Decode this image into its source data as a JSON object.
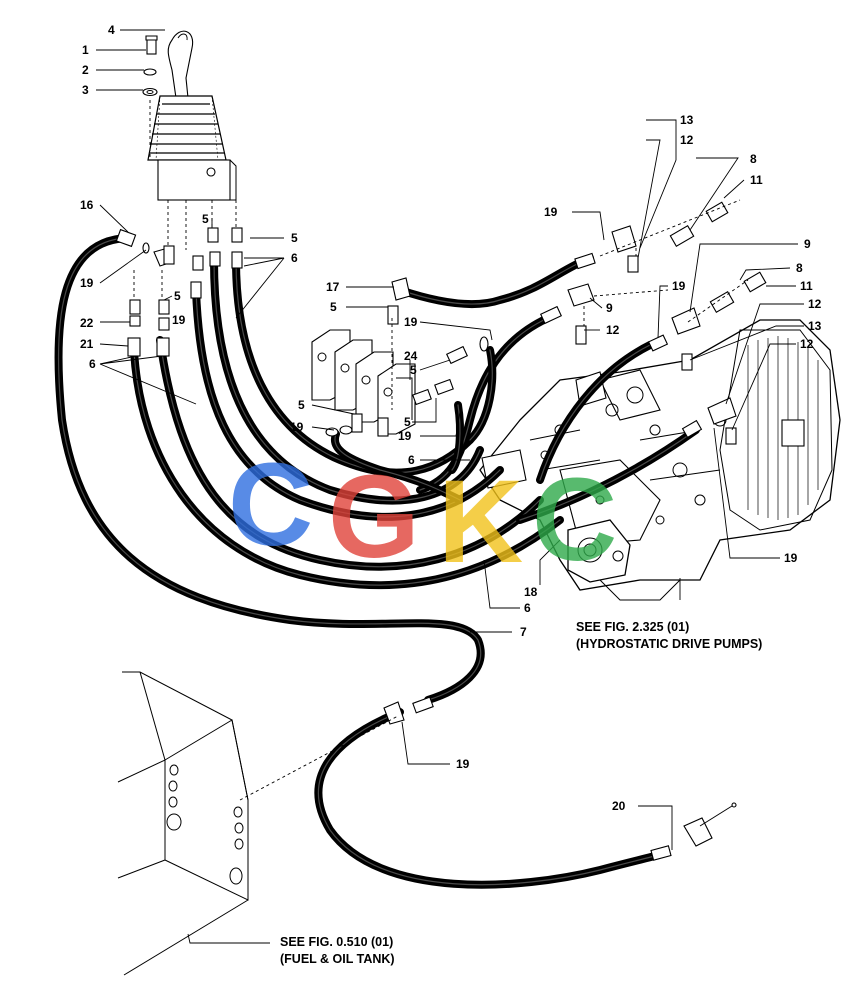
{
  "callouts": [
    {
      "id": "c-4a",
      "text": "4"
    },
    {
      "id": "c-1",
      "text": "1"
    },
    {
      "id": "c-2",
      "text": "2"
    },
    {
      "id": "c-3",
      "text": "3"
    },
    {
      "id": "c-16",
      "text": "16"
    },
    {
      "id": "c-19a",
      "text": "19"
    },
    {
      "id": "c-5a",
      "text": "5"
    },
    {
      "id": "c-5b",
      "text": "5"
    },
    {
      "id": "c-6a",
      "text": "6"
    },
    {
      "id": "c-5c",
      "text": "5"
    },
    {
      "id": "c-22",
      "text": "22"
    },
    {
      "id": "c-19b",
      "text": "19"
    },
    {
      "id": "c-21",
      "text": "21"
    },
    {
      "id": "c-6b",
      "text": "6"
    },
    {
      "id": "c-17",
      "text": "17"
    },
    {
      "id": "c-5d",
      "text": "5"
    },
    {
      "id": "c-19c",
      "text": "19"
    },
    {
      "id": "c-5e",
      "text": "5"
    },
    {
      "id": "c-24",
      "text": "24"
    },
    {
      "id": "c-5f",
      "text": "5"
    },
    {
      "id": "c-5g",
      "text": "5"
    },
    {
      "id": "c-19d",
      "text": "19"
    },
    {
      "id": "c-19e",
      "text": "19"
    },
    {
      "id": "c-6c",
      "text": "6"
    },
    {
      "id": "c-13a",
      "text": "13"
    },
    {
      "id": "c-12a",
      "text": "12"
    },
    {
      "id": "c-19f",
      "text": "19"
    },
    {
      "id": "c-8a",
      "text": "8"
    },
    {
      "id": "c-11a",
      "text": "11"
    },
    {
      "id": "c-9a",
      "text": "9"
    },
    {
      "id": "c-19g",
      "text": "19"
    },
    {
      "id": "c-9b",
      "text": "9"
    },
    {
      "id": "c-12b",
      "text": "12"
    },
    {
      "id": "c-8b",
      "text": "8"
    },
    {
      "id": "c-11b",
      "text": "11"
    },
    {
      "id": "c-12c",
      "text": "12"
    },
    {
      "id": "c-13b",
      "text": "13"
    },
    {
      "id": "c-12d",
      "text": "12"
    },
    {
      "id": "c-19h",
      "text": "19"
    },
    {
      "id": "c-18",
      "text": "18"
    },
    {
      "id": "c-6d",
      "text": "6"
    },
    {
      "id": "c-7",
      "text": "7"
    },
    {
      "id": "c-19i",
      "text": "19"
    },
    {
      "id": "c-20",
      "text": "20"
    }
  ],
  "references": {
    "pumps": {
      "line1": "SEE FIG. 2.325 (01)",
      "line2": "(HYDROSTATIC DRIVE PUMPS)"
    },
    "tank": {
      "line1": "SEE FIG. 0.510 (01)",
      "line2": "(FUEL & OIL TANK)"
    }
  },
  "watermark": {
    "letters": [
      "C",
      "G",
      "K",
      "C"
    ],
    "colors": [
      "#2f6fe0",
      "#e0433a",
      "#f2c21b",
      "#2faa4a"
    ]
  }
}
